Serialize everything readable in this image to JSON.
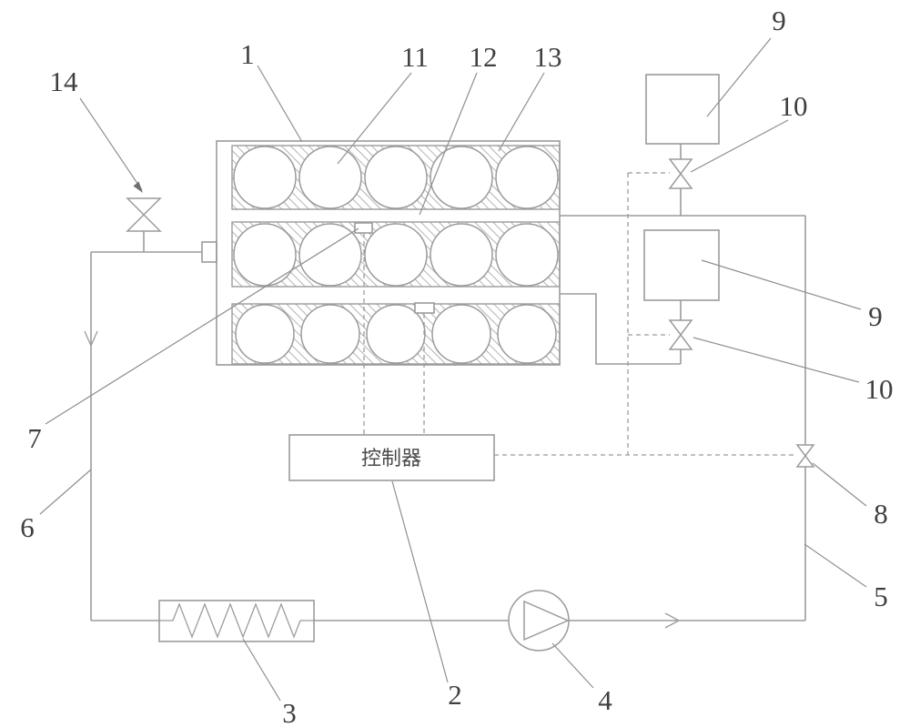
{
  "colors": {
    "line": "#9b9b9b",
    "label": "#3f3f3f",
    "background": "#ffffff"
  },
  "controller": {
    "label": "控制器"
  },
  "callouts": {
    "battery_pack": "1",
    "controller": "2",
    "heater": "3",
    "pump": "4",
    "pipe_right": "5",
    "pipe_left": "6",
    "sensor": "7",
    "valve_right": "8",
    "tank_top": "9",
    "tank_mid": "9",
    "valve_tank_top": "10",
    "valve_tank_mid": "10",
    "cell": "11",
    "partition": "12",
    "filler": "13",
    "valve_left": "14"
  }
}
